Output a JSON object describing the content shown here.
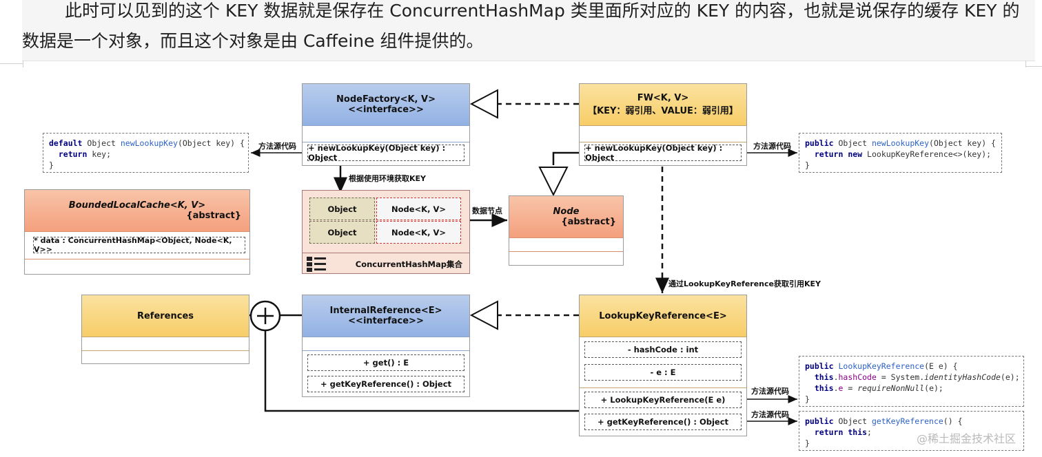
{
  "paragraph": {
    "line1": "此时可以见到的这个 KEY 数据就是保存在 ConcurrentHashMap 类里面所对应的 KEY 的内容，也就是说保存的缓存 KEY 的",
    "line2": "数据是一个对象，而且这个对象是由 Caffeine 组件提供的。"
  },
  "boxes": {
    "node_factory": {
      "title": "NodeFactory<K, V>",
      "stereotype": "<<interface>>",
      "op1": "+ newLookupKey(Object key) : Object"
    },
    "fw": {
      "title": "FW<K, V>",
      "subtitle": "【KEY：弱引用、VALUE：弱引用】",
      "op1": "+ newLookupKey(Object key) : Object"
    },
    "bounded_local_cache": {
      "title": "BoundedLocalCache<K, V>",
      "stereotype": "{abstract}",
      "field1": "* data : ConcurrentHashMap<Object, Node<K, V>>"
    },
    "node": {
      "title": "Node",
      "stereotype": "{abstract}"
    },
    "references": {
      "title": "References"
    },
    "internal_reference": {
      "title": "InternalReference<E>",
      "stereotype": "<<interface>>",
      "op1": "+ get() : E",
      "op2": "+ getKeyReference() : Object"
    },
    "lookup_key_reference": {
      "title": "LookupKeyReference<E>",
      "field1": "- hashCode : int",
      "field2": "- e : E",
      "op1": "+ LookupKeyReference(E e)",
      "op2": "+ getKeyReference() : Object"
    }
  },
  "chm": {
    "label": "ConcurrentHashMap集合",
    "rows": [
      {
        "key": "Object",
        "value": "Node<K, V>"
      },
      {
        "key": "Object",
        "value": "Node<K, V>"
      }
    ]
  },
  "labels": {
    "source_code_left": "方法源代码",
    "source_code_right": "方法源代码",
    "get_key": "根据使用环境获取KEY",
    "data_node": "数据节点",
    "via_lookup": "通过LookupKeyReference获取引用KEY",
    "source_code_r2": "方法源代码",
    "source_code_r3": "方法源代码"
  },
  "code": {
    "left": {
      "kw1": "default",
      "t1": " Object ",
      "fn1": "newLookupKey",
      "t2": "(Object key) {",
      "kw2": "return",
      "t3": " key;",
      "t4": "}"
    },
    "right_top": {
      "kw1": "public",
      "t1": " Object ",
      "fn1": "newLookupKey",
      "t2": "(Object key) {",
      "kw2": "return",
      "kw3": "new",
      "t3": " LookupKeyReference<>(key);",
      "t4": "}"
    },
    "right_mid": {
      "kw1": "public",
      "fn1": "LookupKeyReference",
      "t1": "(E e) {",
      "kw2": "this",
      "fd1": "hashCode",
      "t2": " = System.",
      "it1": "identityHashCode",
      "t3": "(e);",
      "kw3": "this",
      "fd2": "e",
      "t4": " = ",
      "it2": "requireNonNull",
      "t5": "(e);",
      "t6": "}"
    },
    "right_bot": {
      "kw1": "public",
      "t1": " Object ",
      "fn1": "getKeyReference",
      "t2": "() {",
      "kw2": "return",
      "kw3": "this",
      "t3": ";",
      "t4": "}"
    }
  },
  "watermark": "@稀土掘金技术社区",
  "colors": {
    "blue": "#92b1e4",
    "yellow": "#f7cd67",
    "salmon": "#f4a07d",
    "keyword": "#000080"
  }
}
